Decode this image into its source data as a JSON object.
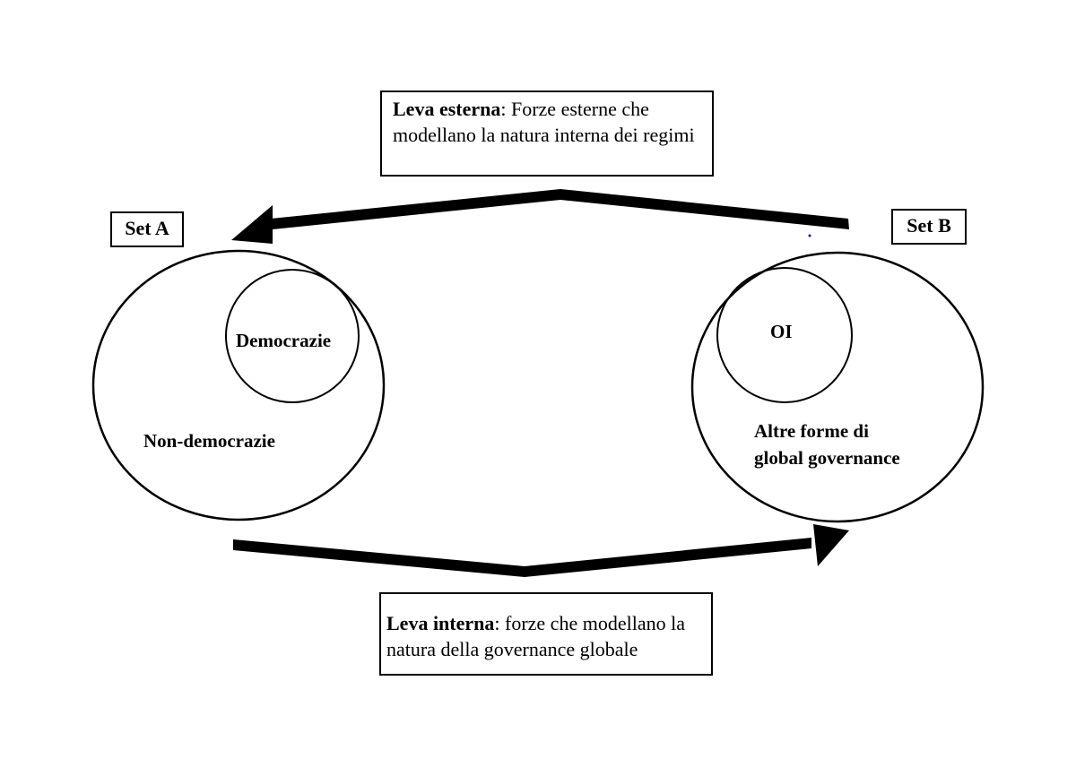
{
  "external_lever": {
    "title": "Leva esterna",
    "text": ": Forze esterne che modellano la natura interna dei regimi"
  },
  "internal_lever": {
    "title": "Leva interna",
    "text": ": forze che modellano la natura della governance globale"
  },
  "set_a": {
    "label": "Set A",
    "inner": "Democrazie",
    "outer": "Non-democrazie"
  },
  "set_b": {
    "label": "Set B",
    "inner": "OI",
    "outer_line1": "Altre forme di",
    "outer_line2": "global governance"
  }
}
